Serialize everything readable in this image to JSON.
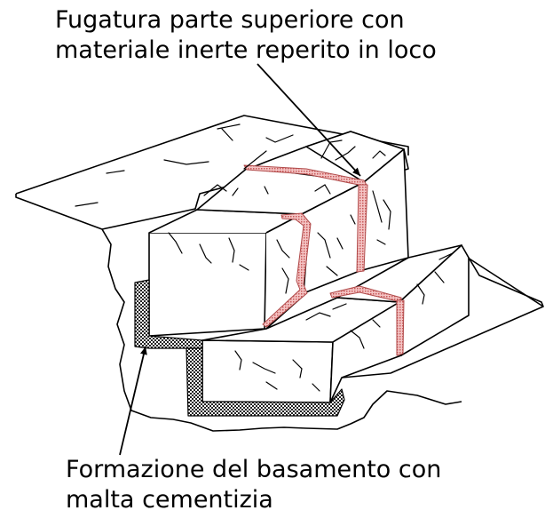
{
  "annotations": {
    "top": {
      "line1": "Fugatura parte superiore con",
      "line2": "materiale inerte reperito in loco"
    },
    "bottom": {
      "line1": "Formazione del basamento con",
      "line2": "malta cementizia"
    }
  },
  "colors": {
    "ink": "#000000",
    "joint_fill": "#e8a0a0",
    "joint_edge": "#c05050",
    "mortar": "#222222",
    "background": "#ffffff"
  },
  "legend_icons": [
    "leader-arrow-top",
    "leader-arrow-bottom"
  ]
}
